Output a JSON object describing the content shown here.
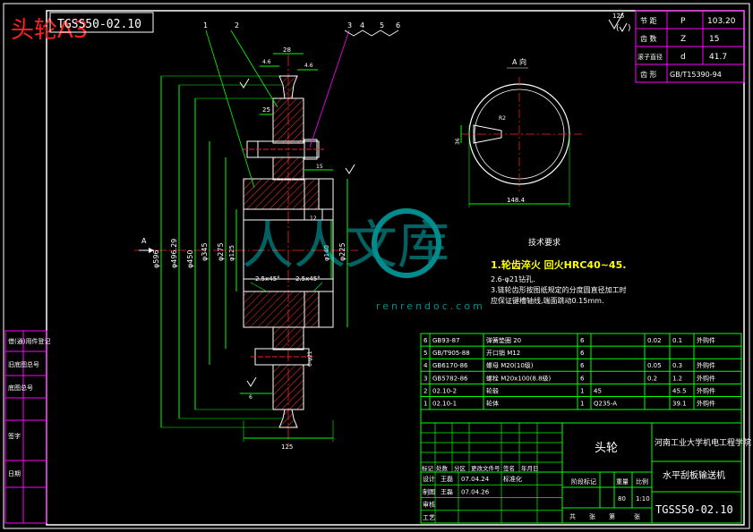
{
  "overlay_title": "头轮A3",
  "drawing_code_box": "TGSS50-02.10",
  "watermark": {
    "cn": "人人文库",
    "url": "renrendoc.com"
  },
  "view_label": "A 向",
  "section_arrow_label": "A",
  "spec_table": [
    {
      "name": "节 距",
      "sym": "P",
      "val": "103.20"
    },
    {
      "name": "齿 数",
      "sym": "Z",
      "val": "15"
    },
    {
      "name": "滚子直径",
      "sym": "d",
      "val": "41.7"
    },
    {
      "name": "齿 形",
      "sym": "",
      "val": "GB/T15390-94"
    }
  ],
  "roughness_note": "125",
  "tech_requirements": {
    "title": "技术要求",
    "items": [
      "1.轮齿淬火 回火HRC40~45.",
      "2.6-φ21钻孔.",
      "3.链轮齿形按图纸规定的分度圆直径加工时",
      "  应保证键槽轴线,端面跳动0.15mm."
    ]
  },
  "balloons": [
    "1",
    "2",
    "3",
    "4",
    "5",
    "6"
  ],
  "dims": {
    "top_width": "28",
    "side_a": "4.6",
    "side_b": "4.6",
    "hub_offset": "25",
    "flange": "15",
    "d1": "φ596",
    "d2": "φ496.29",
    "d3": "φ450",
    "d4": "φ345",
    "d5": "φ275",
    "d6": "φ140",
    "d7": "φ225",
    "bore": "φ125",
    "chamfer_l": "2.5x45°",
    "chamfer_r": "2.5x45°",
    "bottom_width": "125",
    "key_w": "R2",
    "key_len": "148.4",
    "holes": "6-φ21",
    "kw": "36",
    "small_6": "6",
    "r12": "12"
  },
  "parts_list": [
    {
      "no": "6",
      "code": "GB93-87",
      "name": "弹簧垫圈 20",
      "qty": "6",
      "mat": "",
      "w1": "0.02",
      "w2": "0.1",
      "note": "外购件"
    },
    {
      "no": "5",
      "code": "GB/T905-88",
      "name": "开口销 M12",
      "qty": "6",
      "mat": "",
      "w1": "",
      "w2": "",
      "note": ""
    },
    {
      "no": "4",
      "code": "GB6170-86",
      "name": "螺母 M20(10级)",
      "qty": "6",
      "mat": "",
      "w1": "0.05",
      "w2": "0.3",
      "note": "外购件"
    },
    {
      "no": "3",
      "code": "GB5782-86",
      "name": "螺栓 M20x100(8.8级)",
      "qty": "6",
      "mat": "",
      "w1": "0.2",
      "w2": "1.2",
      "note": "外购件"
    },
    {
      "no": "2",
      "code": "02.10-2",
      "name": "轮毂",
      "qty": "1",
      "mat": "45",
      "w1": "",
      "w2": "45.5",
      "note": "外购件"
    },
    {
      "no": "1",
      "code": "02.10-1",
      "name": "轮体",
      "qty": "1",
      "mat": "Q235-A",
      "w1": "",
      "w2": "39.1",
      "note": "外购件"
    }
  ],
  "title_block": {
    "part_name": "头轮",
    "school": "河南工业大学机电工程学院",
    "product": "水平刮板输送机",
    "code": "TGSS50-02.10",
    "scale_label": "比例",
    "weight_label": "重量",
    "stage_label": "阶段标记",
    "weight": "80",
    "scale": "1:10",
    "sheet_a": "共",
    "sheet_b": "张",
    "sheet_c": "第",
    "sheet_d": "张",
    "hdr": [
      "标记",
      "处数",
      "分区",
      "更改文件号",
      "签名",
      "年月日"
    ],
    "rows": [
      {
        "role": "设计",
        "name": "王磊",
        "date": "07.04.24",
        "extra": "标准化"
      },
      {
        "role": "制图",
        "name": "王磊",
        "date": "07.04.26",
        "extra": ""
      },
      {
        "role": "审核",
        "name": "",
        "date": "",
        "extra": ""
      },
      {
        "role": "工艺",
        "name": "",
        "date": "",
        "extra": ""
      }
    ]
  },
  "left_strip": [
    "借(通)用件登记",
    "旧底图总号",
    "底图总号",
    "签字",
    "日期"
  ],
  "colors": {
    "bg": "#000000",
    "green": "#00ff00",
    "magenta": "#ff00ff",
    "white": "#ffffff",
    "red": "#ff2020",
    "cyan": "#00ffff",
    "yellow": "#ffff00",
    "hatch": "#ff3030"
  }
}
